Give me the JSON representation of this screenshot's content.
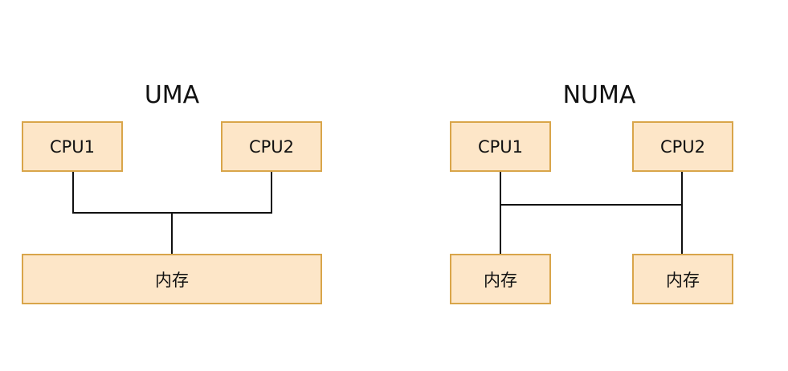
{
  "uma": {
    "title": "UMA",
    "cpu1": "CPU1",
    "cpu2": "CPU2",
    "memory": "内存"
  },
  "numa": {
    "title": "NUMA",
    "cpu1": "CPU1",
    "cpu2": "CPU2",
    "memory1": "内存",
    "memory2": "内存"
  },
  "colors": {
    "box_fill": "#fde6c8",
    "box_border": "#d9a54a",
    "line": "#111111"
  }
}
